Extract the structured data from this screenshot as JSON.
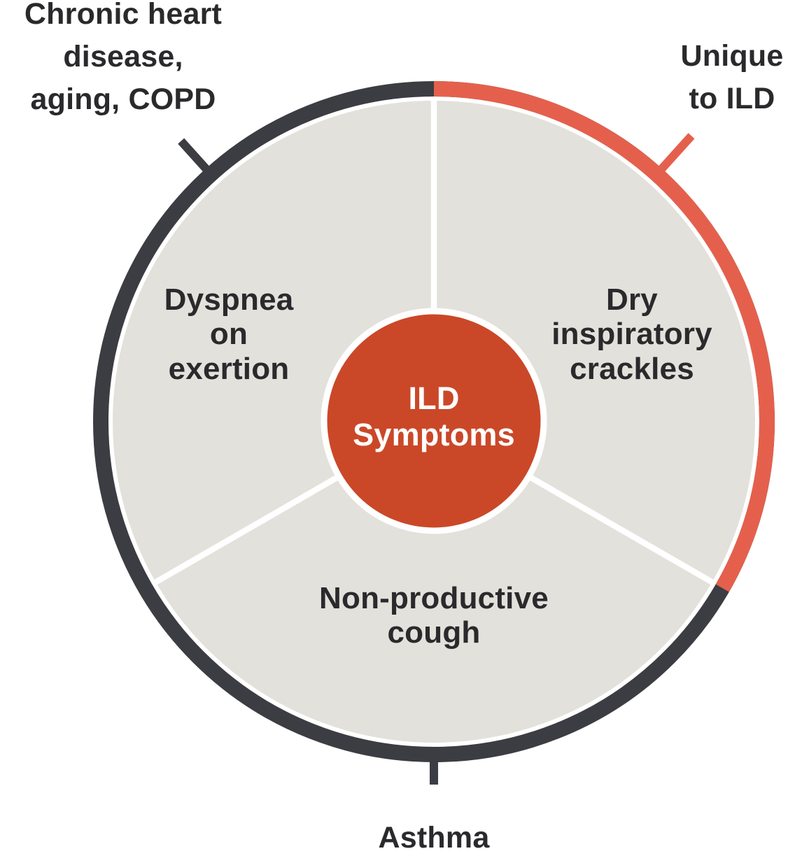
{
  "theme": {
    "background": "#FFFFFF",
    "ring_color": "#3C3D42",
    "highlight_color": "#E5604C",
    "wheel_color": "#E3E1DB",
    "center_color": "#CA4828",
    "center_text_color": "#FFFFFF",
    "label_color": "#2A2A2D",
    "divider_color": "#FFFFFF"
  },
  "diagram": {
    "title": "ILD Symptoms wheel",
    "center_label": "ILD\nSymptoms",
    "segments": [
      {
        "label": "Dyspnea\non\nexertion",
        "position": "left"
      },
      {
        "label": "Dry\ninspiratory\ncrackles",
        "position": "right"
      },
      {
        "label": "Non-productive\ncough",
        "position": "bottom"
      }
    ],
    "callouts": [
      {
        "label": "Chronic heart\ndisease,\naging, COPD",
        "refers_to": "shared-symptoms-ring",
        "position": "top-left"
      },
      {
        "label": "Unique\nto ILD",
        "refers_to": "highlight-arc",
        "position": "top-right"
      },
      {
        "label": "Asthma",
        "refers_to": "shared-symptoms-ring",
        "position": "bottom"
      }
    ]
  }
}
